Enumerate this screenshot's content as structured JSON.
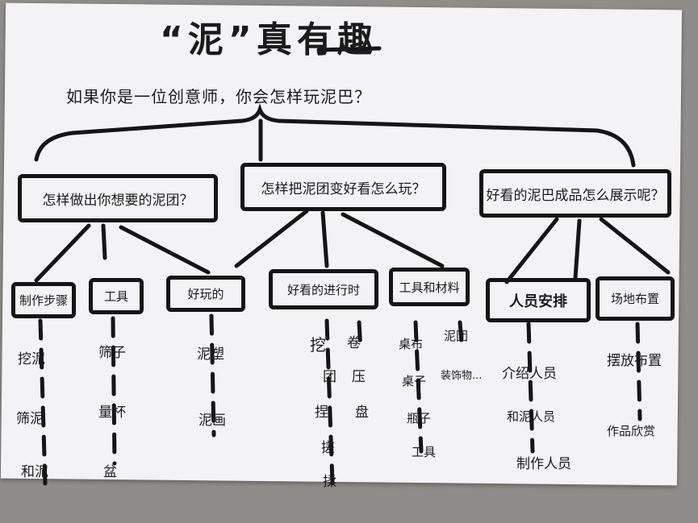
{
  "title": "“泥”真有趣",
  "question": "如果你是一位创意师，你会怎样玩泥巴？",
  "branches": [
    {
      "label": "怎样做出你想要的泥团？",
      "children": [
        {
          "label": "制作步骤",
          "items": [
            "挖泥",
            "筛泥",
            "和泥"
          ]
        },
        {
          "label": "工具",
          "items": [
            "筛子",
            "量杯",
            "盆"
          ]
        },
        {
          "label": "好玩的",
          "items": [
            "泥塑",
            "泥画"
          ]
        }
      ]
    },
    {
      "label": "怎样把泥团变好看怎么玩？",
      "children": [
        {
          "label": "好看的进行时",
          "items_col1": [
            "挖",
            "团",
            "捏",
            "搓",
            "揉"
          ],
          "items_col2": [
            "卷",
            "压",
            "盘"
          ]
        },
        {
          "label": "工具和材料",
          "items_col1": [
            "桌布",
            "桌子",
            "瓶子",
            "工具"
          ],
          "items_col2": [
            "泥团",
            "装饰物..."
          ]
        }
      ]
    },
    {
      "label": "好看的泥巴成品怎么展示呢？",
      "children": [
        {
          "label": "人员安排",
          "items": [
            "介绍人员",
            "和泥人员",
            "制作人员"
          ]
        },
        {
          "label": "场地布置",
          "items": [
            "摆放布置",
            "作品欣赏"
          ]
        }
      ]
    }
  ]
}
